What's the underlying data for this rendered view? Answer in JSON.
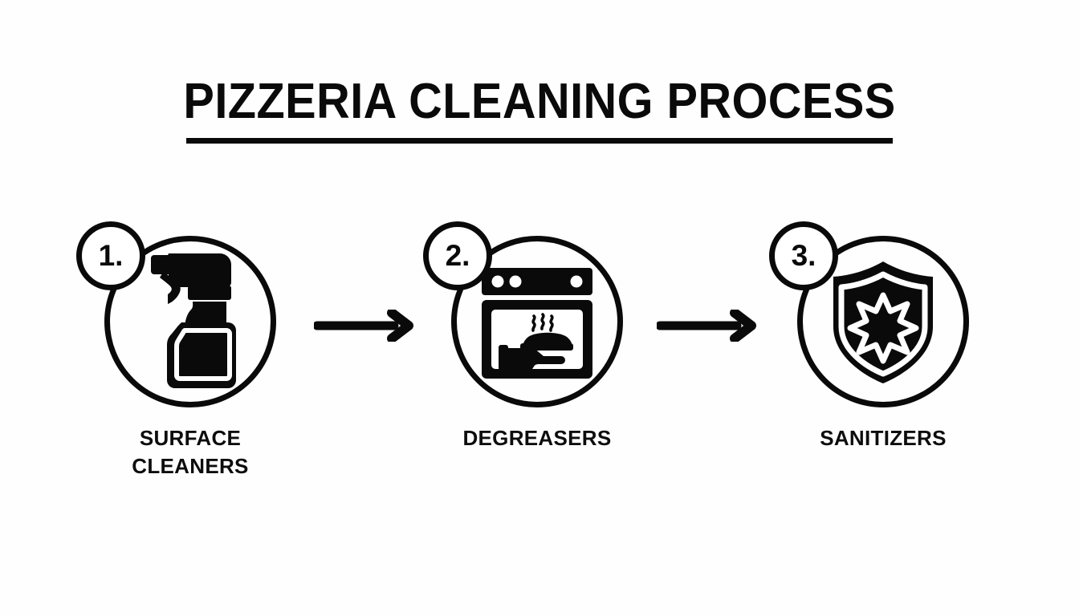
{
  "page": {
    "background_color": "#fefeff",
    "ink_color": "#0a0a0a"
  },
  "header": {
    "title": "PIZZERIA CLEANING PROCESS",
    "underline": true
  },
  "process": {
    "steps": [
      {
        "number": "1.",
        "label": "SURFACE CLEANERS",
        "label_line1": "SURFACE",
        "label_line2": "CLEANERS",
        "icon": "spray-bottle-icon"
      },
      {
        "number": "2.",
        "label": "DEGREASERS",
        "label_line1": "DEGREASERS",
        "label_line2": "",
        "icon": "oven-icon"
      },
      {
        "number": "3.",
        "label": "SANITIZERS",
        "label_line1": "SANITIZERS",
        "label_line2": "",
        "icon": "shield-star-icon"
      }
    ],
    "connectors": [
      {
        "name": "arrow-right-icon",
        "from": "1",
        "to": "2"
      },
      {
        "name": "arrow-right-icon",
        "from": "2",
        "to": "3"
      }
    ]
  }
}
